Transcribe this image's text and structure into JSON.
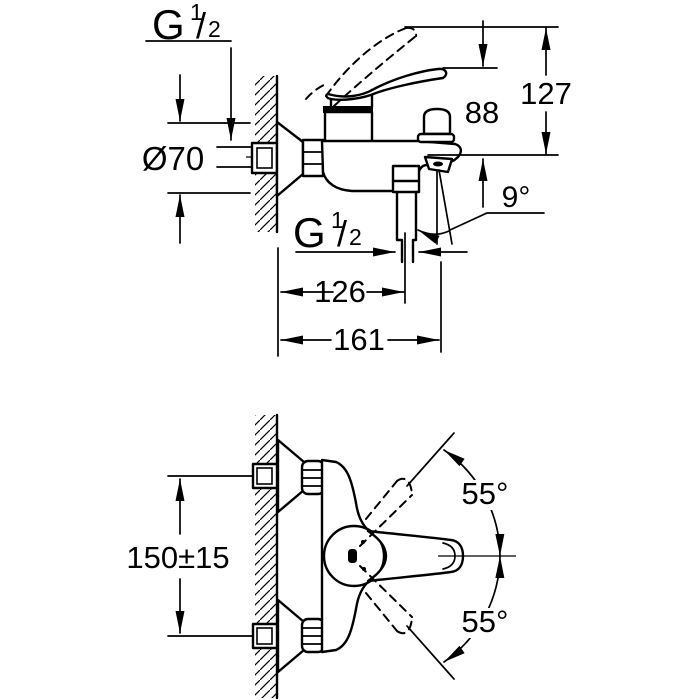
{
  "labels": {
    "inlet_thread": {
      "g": "G",
      "sup": "1",
      "slash": "/",
      "sub": "2"
    },
    "flange_diameter": "Ø70",
    "lever_height": "88",
    "open_lever_height": "127",
    "spout_angle": "9°",
    "outlet_thread": {
      "g": "G",
      "sup": "1",
      "slash": "/",
      "sub": "2"
    },
    "outlet_offset": "126",
    "spout_reach": "161",
    "connection_distance": "150±15",
    "swivel_upper": "55°",
    "swivel_lower": "55°"
  },
  "colors": {
    "line": "#000000",
    "background": "#ffffff"
  }
}
